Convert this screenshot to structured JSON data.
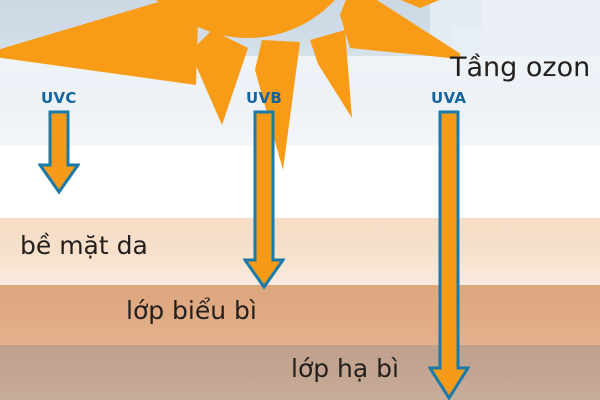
{
  "diagram": {
    "title_text": "Tầng ozon",
    "sun": {
      "color": "#f89c18",
      "name": "sun"
    },
    "sky": {
      "upper_color": "#ccd9e4",
      "mid_color": "#eef3f8",
      "lower_color": "#ffffff"
    },
    "skin_layers": [
      {
        "key": "surface",
        "label": "bề mặt da",
        "color": "#f7ddc6"
      },
      {
        "key": "epidermis",
        "label": "lớp biểu bì",
        "color": "#dea77e"
      },
      {
        "key": "dermis",
        "label": "lớp hạ bì",
        "color": "#bfa08c"
      }
    ],
    "rays": [
      {
        "label": "UVC",
        "fill": "#f59b19",
        "stroke": "#1a7aa8",
        "label_color": "#1464a0"
      },
      {
        "label": "UVB",
        "fill": "#f59b19",
        "stroke": "#1a7aa8",
        "label_color": "#1464a0"
      },
      {
        "label": "UVA",
        "fill": "#f59b19",
        "stroke": "#1a7aa8",
        "label_color": "#1464a0"
      }
    ]
  }
}
